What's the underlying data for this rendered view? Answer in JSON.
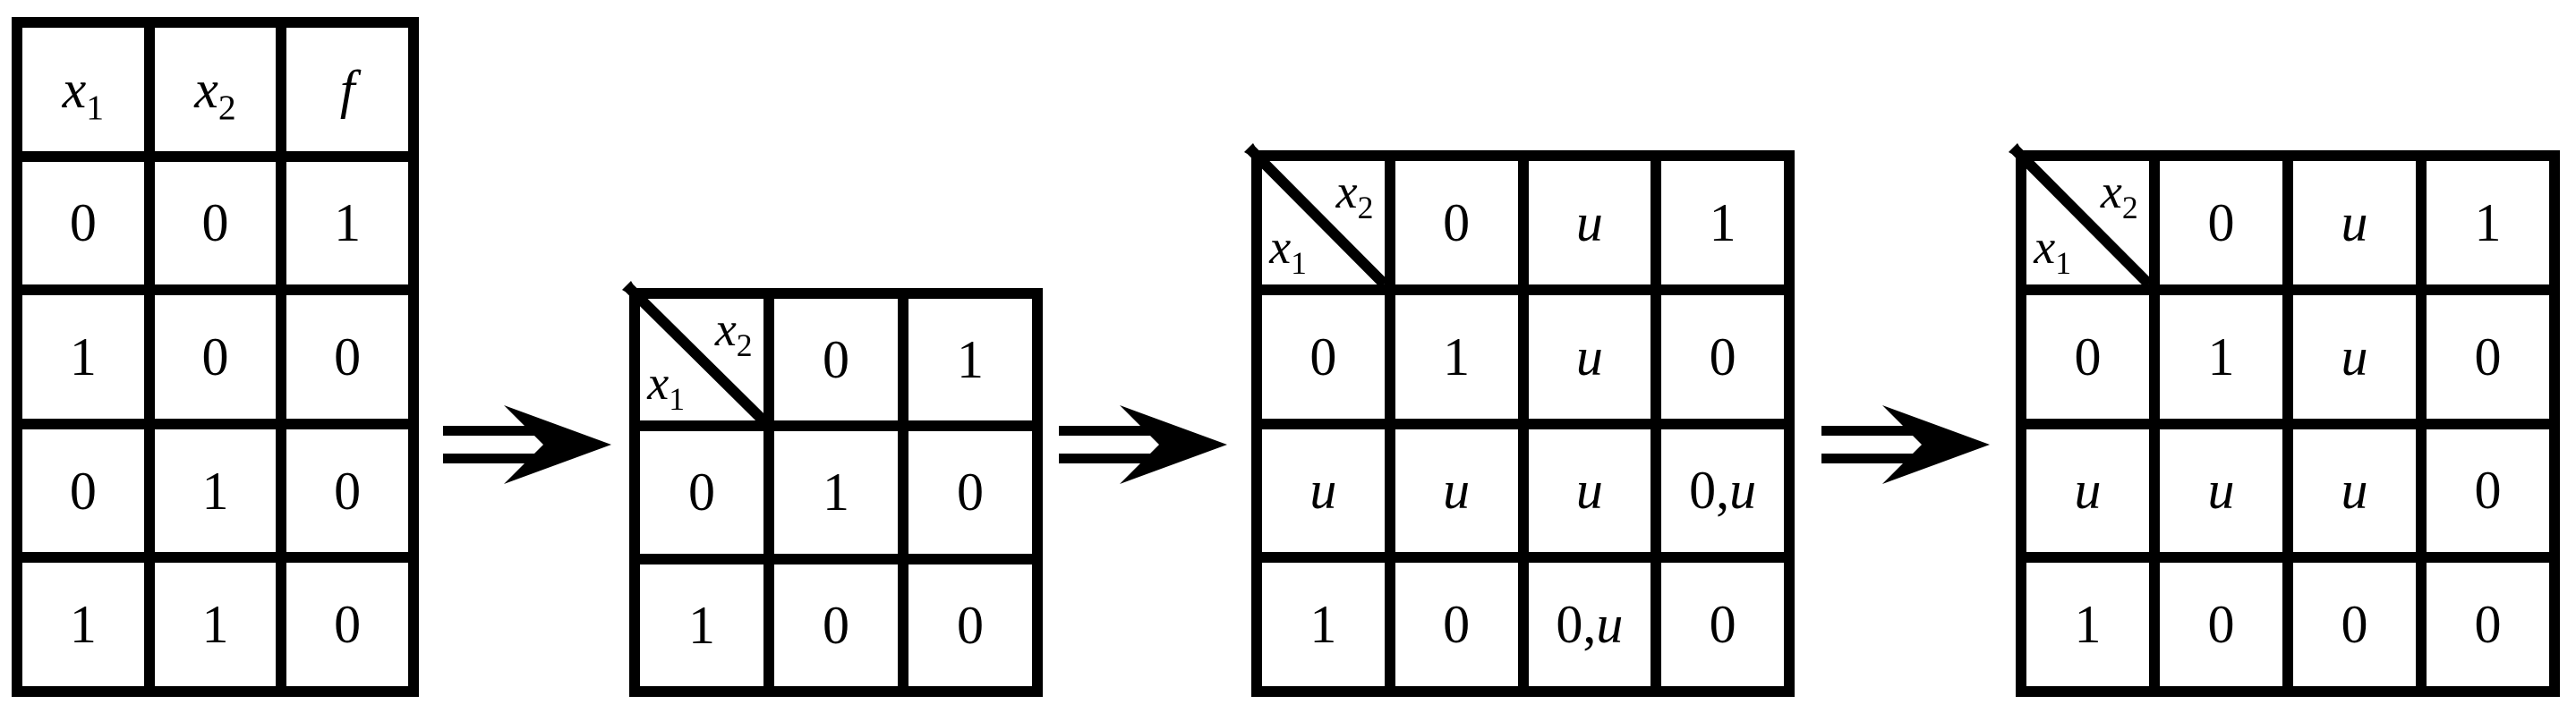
{
  "colors": {
    "ink": "#000000",
    "paper": "#ffffff"
  },
  "icons": {
    "implies_arrow": "double-line-right-arrow",
    "corner_divider": "diagonal-line-with-tick"
  },
  "truth_table": {
    "col_headers": [
      {
        "base": "x",
        "sub": "1"
      },
      {
        "base": "x",
        "sub": "2"
      },
      {
        "base": "f",
        "sub": ""
      }
    ],
    "rows": [
      [
        "0",
        "0",
        "1"
      ],
      [
        "1",
        "0",
        "0"
      ],
      [
        "0",
        "1",
        "0"
      ],
      [
        "1",
        "1",
        "0"
      ]
    ]
  },
  "map2": {
    "corner": {
      "top": {
        "base": "x",
        "sub": "2"
      },
      "bottom": {
        "base": "x",
        "sub": "1"
      }
    },
    "col_headers": [
      "0",
      "1"
    ],
    "rows": [
      {
        "header": "0",
        "cells": [
          "1",
          "0"
        ]
      },
      {
        "header": "1",
        "cells": [
          "0",
          "0"
        ]
      }
    ]
  },
  "map3": {
    "corner": {
      "top": {
        "base": "x",
        "sub": "2"
      },
      "bottom": {
        "base": "x",
        "sub": "1"
      }
    },
    "col_headers": [
      "0",
      "u",
      "1"
    ],
    "rows": [
      {
        "header": "0",
        "cells": [
          "1",
          "u",
          "0"
        ]
      },
      {
        "header": "u",
        "cells": [
          "u",
          "u",
          "0, u"
        ]
      },
      {
        "header": "1",
        "cells": [
          "0",
          "0, u",
          "0"
        ]
      }
    ]
  },
  "map4": {
    "corner": {
      "top": {
        "base": "x",
        "sub": "2"
      },
      "bottom": {
        "base": "x",
        "sub": "1"
      }
    },
    "col_headers": [
      "0",
      "u",
      "1"
    ],
    "rows": [
      {
        "header": "0",
        "cells": [
          "1",
          "u",
          "0"
        ]
      },
      {
        "header": "u",
        "cells": [
          "u",
          "u",
          "0"
        ]
      },
      {
        "header": "1",
        "cells": [
          "0",
          "0",
          "0"
        ]
      }
    ]
  }
}
